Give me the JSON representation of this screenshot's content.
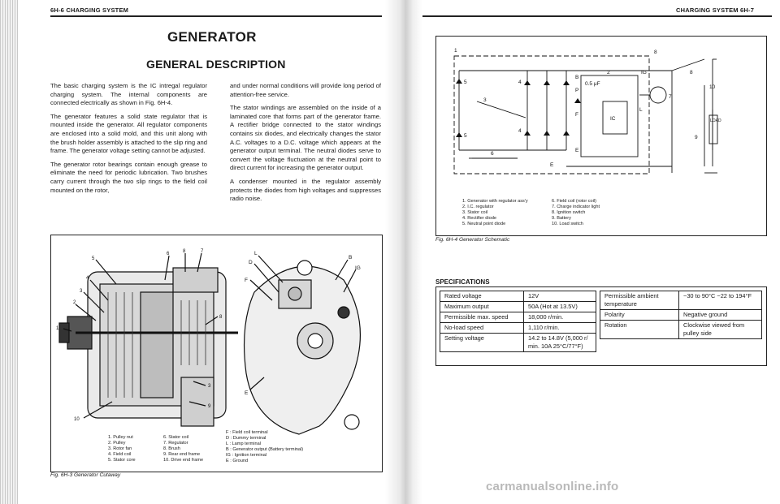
{
  "left_page": {
    "header": "6H-6 CHARGING SYSTEM",
    "title": "GENERATOR",
    "subtitle": "GENERAL DESCRIPTION",
    "col1": [
      "The basic charging system is the IC intregal regulator charging system. The internal components are connected electrically as shown in Fig. 6H-4.",
      "The generator features a solid state regulator that is mounted inside the generator. All regulator components are enclosed into a solid mold, and this unit along with the brush holder assembly is attached to the slip ring and frame. The generator voltage setting cannot be adjusted.",
      "The generator rotor bearings contain enough grease to eliminate the need for periodic lubrication. Two brushes carry current through the two slip rings to the field coil mounted on the rotor,"
    ],
    "col2": [
      "and under normal conditions will provide long period of attention-free service.",
      "The stator windings are assembled on the inside of a laminated core that forms part of the generator frame. A rectifier bridge connected to the stator windings contains six diodes, and electrically changes the stator A.C. voltages to a D.C. voltage which appears at the generator output terminal. The neutral diodes serve to convert the voltage fluctuation at the neutral point to direct current for increasing the generator output.",
      "A condenser mounted in the regulator assembly protects the diodes from high voltages and suppresses radio noise."
    ],
    "cutaway_legend_a": [
      "1. Pulley nut",
      "2. Pulley",
      "3. Rotor fan",
      "4. Field coil",
      "5. Stator core"
    ],
    "cutaway_legend_b": [
      "6. Stator coil",
      "7. Regulator",
      "8. Brush",
      "9. Rear end frame",
      "10. Drive end frame"
    ],
    "terminal_legend": [
      "F : Field coil terminal",
      "D : Dummy terminal",
      "L : Lamp terminal",
      "B : Generator output (Battery terminal)",
      "IG : Ignition terminal",
      "E : Ground"
    ],
    "cutaway_numbers": [
      "1",
      "2",
      "3",
      "4",
      "5",
      "6",
      "8",
      "7",
      "8",
      "3",
      "9",
      "10"
    ],
    "terminal_letters": [
      "L",
      "D",
      "B",
      "IG",
      "F",
      "E"
    ],
    "caption": "Fig. 6H-3 Generator Cutaway"
  },
  "right_page": {
    "header": "CHARGING SYSTEM 6H-7",
    "schematic_legend_a": [
      "1. Generator with regulator ass'y",
      "2. I.C. regulator",
      "3. Stator coil",
      "4. Rectifier diode",
      "5. Neutral point diode"
    ],
    "schematic_legend_b": [
      "6. Field coil (rotor coil)",
      "7. Charge indicator light",
      "8. Ignition switch",
      "9. Battery",
      "10. Load switch"
    ],
    "schematic_labels": [
      "1",
      "8",
      "2",
      "IG",
      "B",
      "P",
      "L",
      "F",
      "E",
      "IC",
      "0.5 μF",
      "3",
      "4",
      "4",
      "5",
      "5",
      "6",
      "E",
      "7",
      "8",
      "10",
      "9",
      "LOAD"
    ],
    "caption": "Fig. 6H-4 Generator Schematic",
    "specs_title": "SPECIFICATIONS",
    "specs_left": [
      [
        "Rated voltage",
        "12V"
      ],
      [
        "Maximum output",
        "50A (Hot at 13.5V)"
      ],
      [
        "Permissible max. speed",
        "18,000 r/min."
      ],
      [
        "No-load speed",
        "1,110 r/min."
      ],
      [
        "Setting voltage",
        "14.2 to 14.8V (5,000 r/ min. 10A 25°C/77°F)"
      ]
    ],
    "specs_right": [
      [
        "Permissible ambient temperature",
        "−30 to 90°C −22 to 194°F"
      ],
      [
        "Polarity",
        "Negative ground"
      ],
      [
        "Rotation",
        "Clockwise viewed from pulley side"
      ]
    ]
  },
  "watermark": "carmanualsonline.info"
}
